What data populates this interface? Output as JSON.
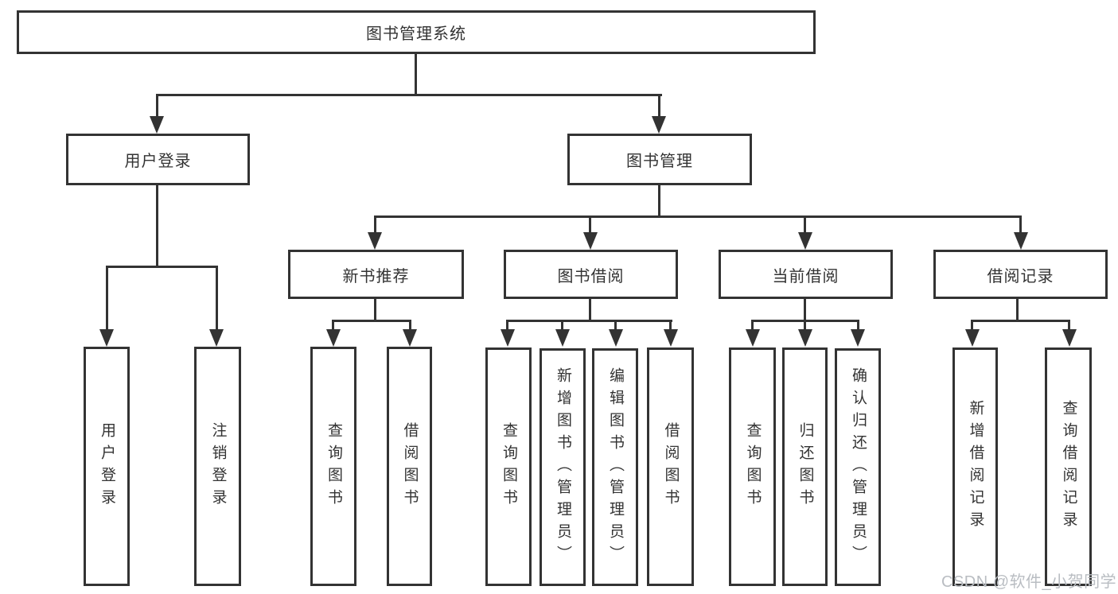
{
  "page": {
    "watermark": "CSDN @软件_小贺同学",
    "colors": {
      "background": "#ffffff",
      "line": "#333333",
      "box_border": "#333333",
      "text": "#333333",
      "watermark": "#b9bdc2"
    }
  },
  "tree": {
    "label": "图书管理系统",
    "children": [
      {
        "label": "用户登录",
        "children": [
          {
            "label": "用户登录"
          },
          {
            "label": "注销登录"
          }
        ]
      },
      {
        "label": "图书管理",
        "children": [
          {
            "label": "新书推荐",
            "children": [
              {
                "label": "查询图书"
              },
              {
                "label": "借阅图书"
              }
            ]
          },
          {
            "label": "图书借阅",
            "children": [
              {
                "label": "查询图书"
              },
              {
                "label": "新增图书（管理员）"
              },
              {
                "label": "编辑图书（管理员）"
              },
              {
                "label": "借阅图书"
              }
            ]
          },
          {
            "label": "当前借阅",
            "children": [
              {
                "label": "查询图书"
              },
              {
                "label": "归还图书"
              },
              {
                "label": "确认归还（管理员）"
              }
            ]
          },
          {
            "label": "借阅记录",
            "children": [
              {
                "label": "新增借阅记录"
              },
              {
                "label": "查询借阅记录"
              }
            ]
          }
        ]
      }
    ]
  }
}
